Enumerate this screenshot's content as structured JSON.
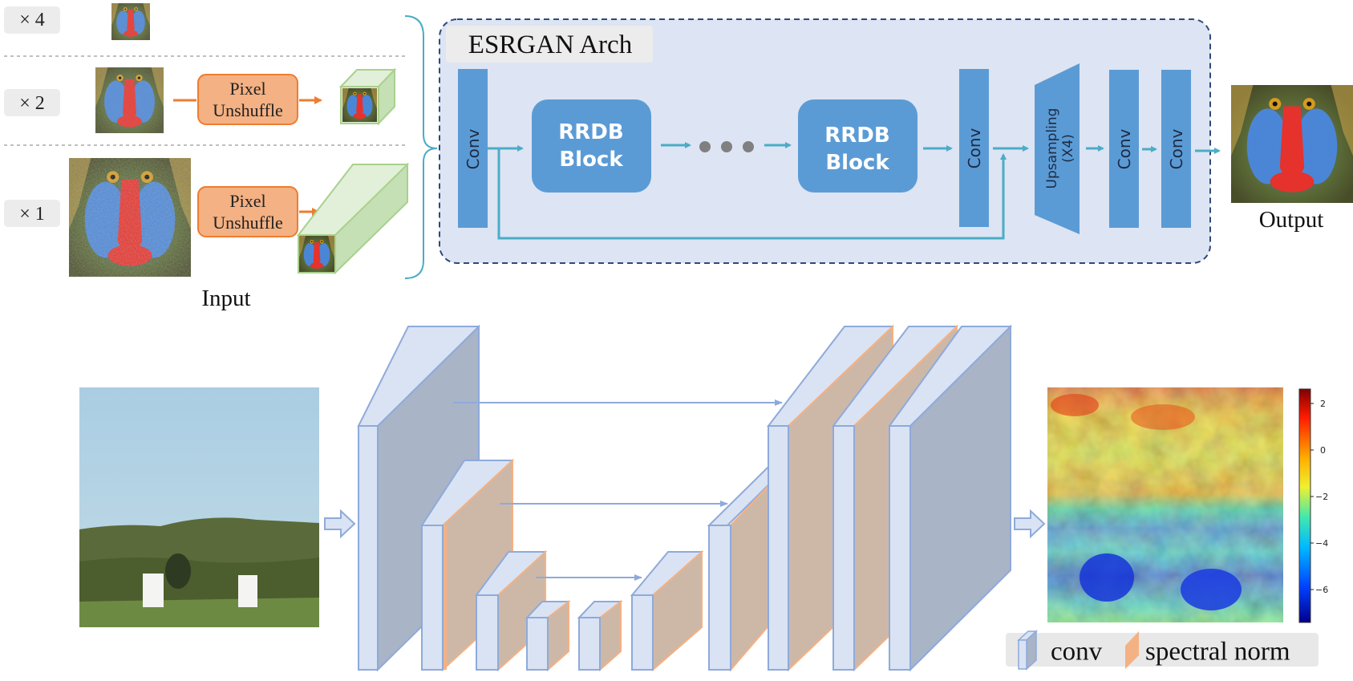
{
  "input": {
    "scales": [
      "× 4",
      "× 2",
      "× 1"
    ],
    "pixel_unshuffle_line1": "Pixel",
    "pixel_unshuffle_line2": "Unshuffle",
    "label": "Input"
  },
  "esrgan": {
    "title": "ESRGAN Arch",
    "conv_label": "Conv",
    "rrdb_line1": "RRDB",
    "rrdb_line2": "Block",
    "upsampling_line1": "Upsampling",
    "upsampling_line2": "(X4)"
  },
  "output": {
    "label": "Output"
  },
  "legend": {
    "conv": "conv",
    "spectral_norm": "spectral norm"
  },
  "colorbar": {
    "ticks": [
      "2",
      "0",
      "−2",
      "−4",
      "−6"
    ]
  },
  "colors": {
    "arch_bg": "#dde4f3",
    "arch_border": "#2f4a7a",
    "block_blue": "#5b9bd5",
    "arrow_teal": "#4bacc6",
    "unshuffle_fill": "#f4b183",
    "unshuffle_stroke": "#ed7d31",
    "unet_face": "#dae3f3",
    "unet_edge": "#8eaadb",
    "unet_gray": "#a9b4c6",
    "unet_tan": "#cdb8a8",
    "spectral_orange": "#f4b183"
  }
}
